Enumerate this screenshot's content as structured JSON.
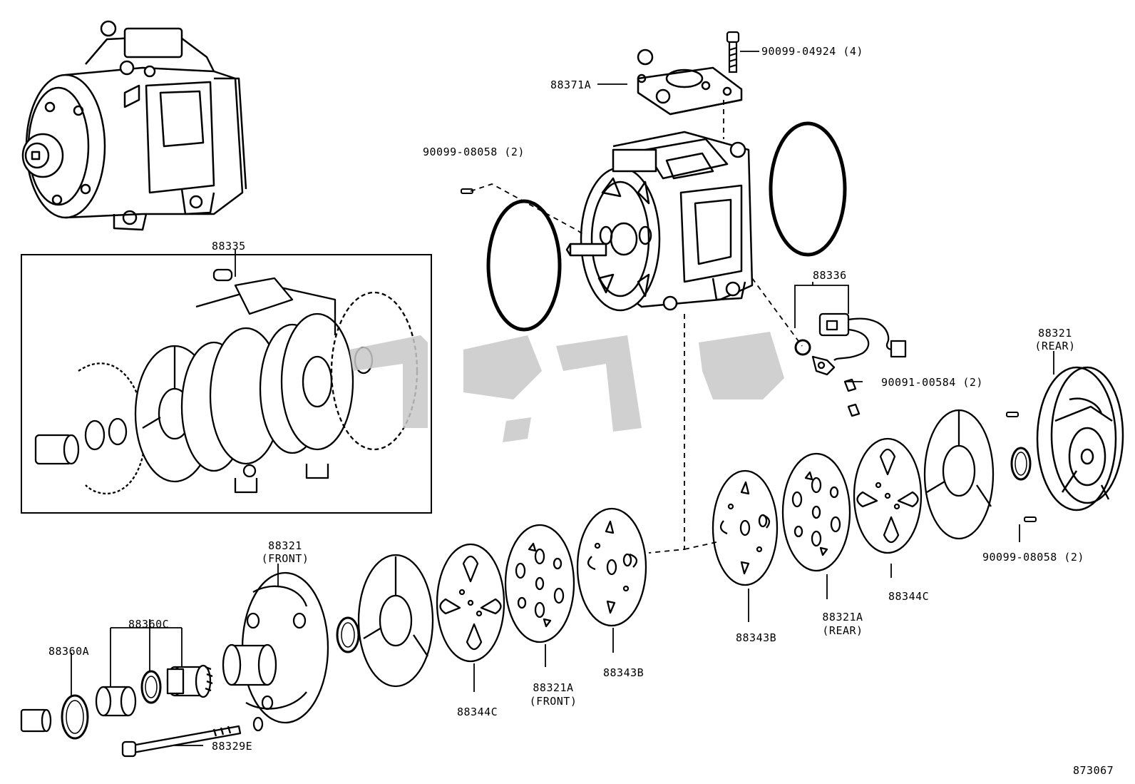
{
  "labels": {
    "bolt_top": "90099-04924 (4)",
    "cover": "88371A",
    "pin_upper": "90099-08058 (2)",
    "kit": "88335",
    "switch": "88336",
    "screw": "90091-00584 (2)",
    "housing_rear": "88321",
    "housing_rear_note": "(REAR)",
    "pin_lower": "90099-08058 (2)",
    "valve_rear": "88344C",
    "plate_rear": "88321A",
    "plate_rear_note": "(REAR)",
    "gasket_rear": "88343B",
    "housing_front": "88321",
    "housing_front_note": "(FRONT)",
    "gasket_front": "88343B",
    "plate_front": "88321A",
    "plate_front_note": "(FRONT)",
    "valve_front": "88344C",
    "seal_kit": "88360C",
    "seal_a": "88360A",
    "through_bolt": "88329E",
    "illustration_no": "873067"
  }
}
